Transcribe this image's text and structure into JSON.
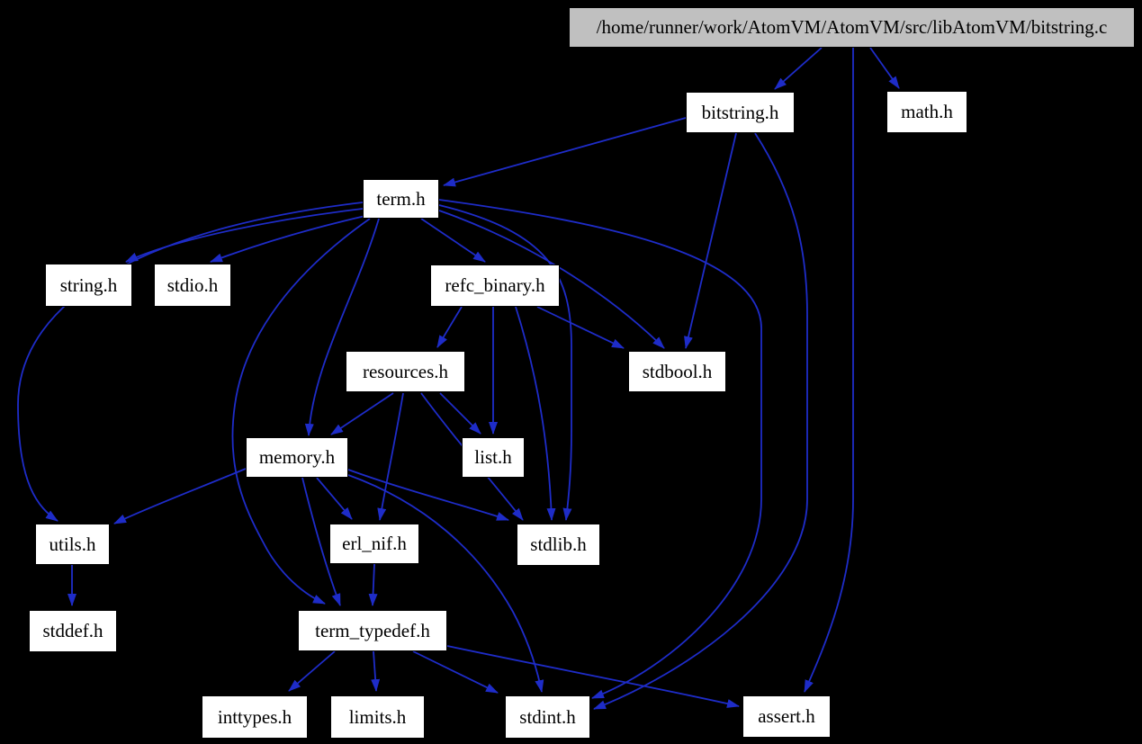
{
  "graph": {
    "type": "include-dependency-graph",
    "background": "#000000",
    "edge_color": "#1e2cc8",
    "node_fill": "#ffffff",
    "main_node_fill": "#c0c0c0",
    "text_color": "#000000"
  },
  "nodes": {
    "bitstring_c": {
      "label": "/home/runner/work/AtomVM/AtomVM/src/libAtomVM/bitstring.c",
      "main": true
    },
    "bitstring_h": {
      "label": "bitstring.h"
    },
    "math_h": {
      "label": "math.h"
    },
    "term_h": {
      "label": "term.h"
    },
    "string_h": {
      "label": "string.h"
    },
    "stdio_h": {
      "label": "stdio.h"
    },
    "refc_binary_h": {
      "label": "refc_binary.h"
    },
    "stdbool_h": {
      "label": "stdbool.h"
    },
    "resources_h": {
      "label": "resources.h"
    },
    "memory_h": {
      "label": "memory.h"
    },
    "list_h": {
      "label": "list.h"
    },
    "utils_h": {
      "label": "utils.h"
    },
    "erl_nif_h": {
      "label": "erl_nif.h"
    },
    "stdlib_h": {
      "label": "stdlib.h"
    },
    "stddef_h": {
      "label": "stddef.h"
    },
    "term_typedef_h": {
      "label": "term_typedef.h"
    },
    "inttypes_h": {
      "label": "inttypes.h"
    },
    "limits_h": {
      "label": "limits.h"
    },
    "stdint_h": {
      "label": "stdint.h"
    },
    "assert_h": {
      "label": "assert.h"
    }
  },
  "edges": [
    {
      "from": "bitstring.c",
      "to": "bitstring.h"
    },
    {
      "from": "bitstring.c",
      "to": "math.h"
    },
    {
      "from": "bitstring.c",
      "to": "assert.h"
    },
    {
      "from": "bitstring.h",
      "to": "term.h"
    },
    {
      "from": "bitstring.h",
      "to": "stdbool.h"
    },
    {
      "from": "bitstring.h",
      "to": "stdint.h"
    },
    {
      "from": "term.h",
      "to": "string.h"
    },
    {
      "from": "term.h",
      "to": "stdio.h"
    },
    {
      "from": "term.h",
      "to": "utils.h"
    },
    {
      "from": "term.h",
      "to": "memory.h"
    },
    {
      "from": "term.h",
      "to": "term_typedef.h"
    },
    {
      "from": "term.h",
      "to": "refc_binary.h"
    },
    {
      "from": "term.h",
      "to": "stdbool.h"
    },
    {
      "from": "term.h",
      "to": "stdlib.h"
    },
    {
      "from": "term.h",
      "to": "stdint.h"
    },
    {
      "from": "refc_binary.h",
      "to": "resources.h"
    },
    {
      "from": "refc_binary.h",
      "to": "stdbool.h"
    },
    {
      "from": "refc_binary.h",
      "to": "list.h"
    },
    {
      "from": "refc_binary.h",
      "to": "stdlib.h"
    },
    {
      "from": "resources.h",
      "to": "memory.h"
    },
    {
      "from": "resources.h",
      "to": "erl_nif.h"
    },
    {
      "from": "resources.h",
      "to": "list.h"
    },
    {
      "from": "resources.h",
      "to": "stdlib.h"
    },
    {
      "from": "memory.h",
      "to": "utils.h"
    },
    {
      "from": "memory.h",
      "to": "erl_nif.h"
    },
    {
      "from": "memory.h",
      "to": "term_typedef.h"
    },
    {
      "from": "memory.h",
      "to": "stdlib.h"
    },
    {
      "from": "memory.h",
      "to": "stdint.h"
    },
    {
      "from": "erl_nif.h",
      "to": "term_typedef.h"
    },
    {
      "from": "utils.h",
      "to": "stddef.h"
    },
    {
      "from": "term_typedef.h",
      "to": "inttypes.h"
    },
    {
      "from": "term_typedef.h",
      "to": "limits.h"
    },
    {
      "from": "term_typedef.h",
      "to": "stdint.h"
    },
    {
      "from": "term_typedef.h",
      "to": "assert.h"
    }
  ]
}
